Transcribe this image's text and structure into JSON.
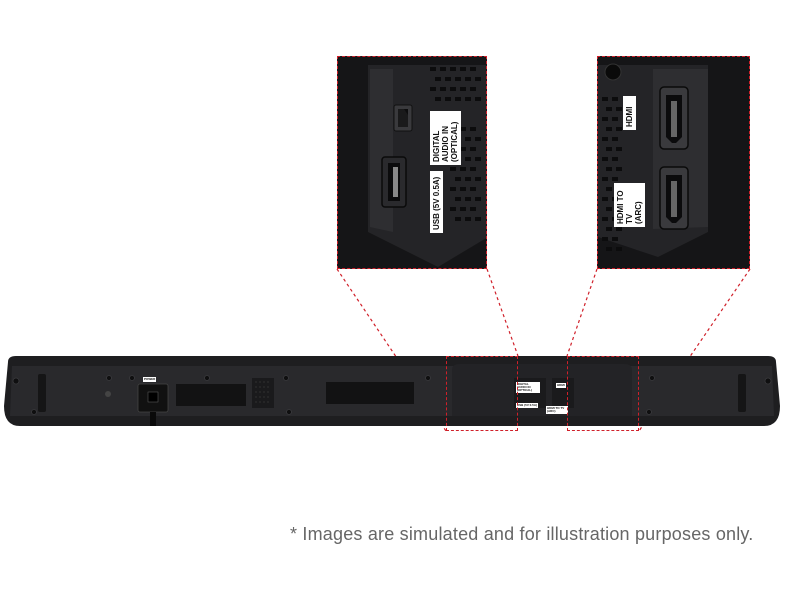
{
  "ports": {
    "optical_label": "DIGITAL AUDIO IN\n(OPTICAL)",
    "usb_label": "USB (5V 0.5A)",
    "hdmi_label": "HDMI",
    "hdmi_arc_label": "HDMI TO TV\n(ARC)",
    "power_label": "POWER"
  },
  "disclaimer": "* Images are simulated and for illustration purposes only.",
  "colors": {
    "callout": "#d0202a",
    "device": "#1c1c1e",
    "background": "#ffffff"
  }
}
